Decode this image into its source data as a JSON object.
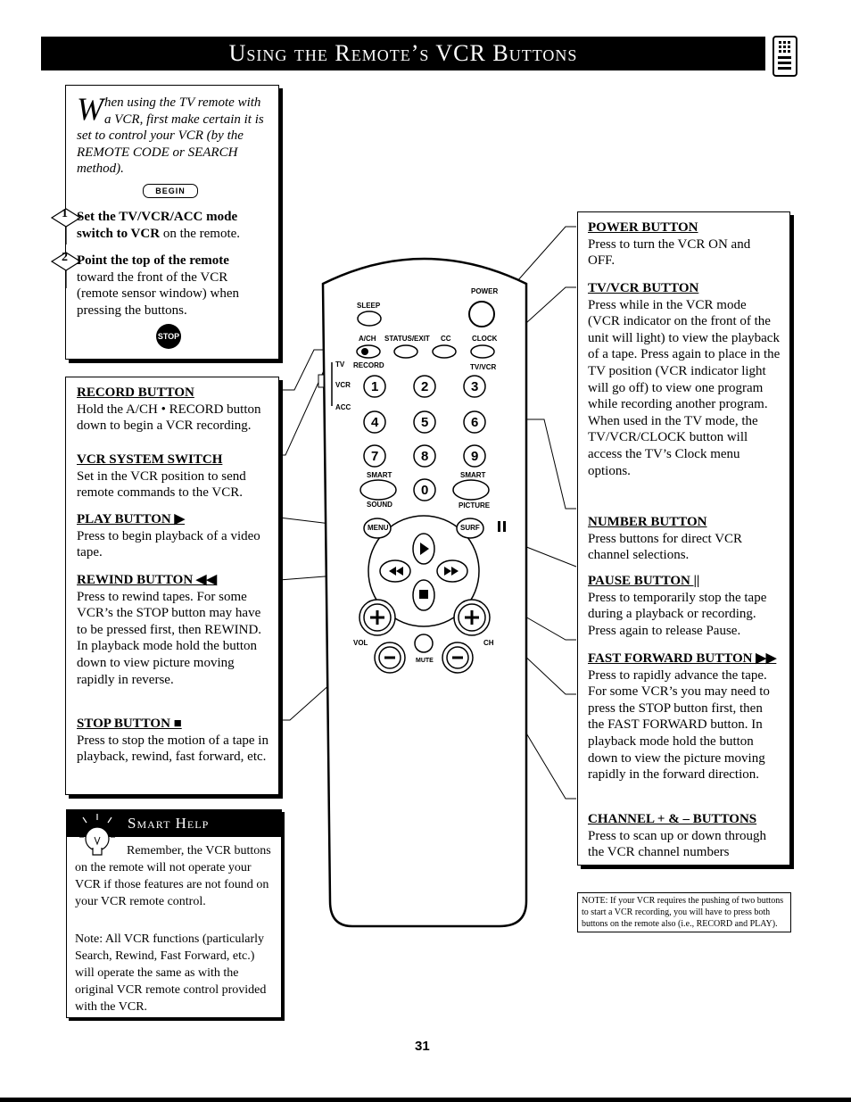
{
  "title": "Using the Remote’s VCR Buttons",
  "intro": {
    "drop_cap": "W",
    "text": "hen using the TV remote with a VCR, first make certain it is set to control your VCR (by the REMOTE CODE or SEARCH method).",
    "begin_badge": "BEGIN",
    "step1_num": "1",
    "step1_bold": "Set the TV/VCR/ACC mode switch to VCR",
    "step1_rest": " on the remote.",
    "step2_num": "2",
    "step2_bold": "Point the top of the remote",
    "step2_rest": " toward the front of the VCR (remote sensor window) when pressing the buttons.",
    "stop_badge": "STOP"
  },
  "left_sections": [
    {
      "title": "RECORD BUTTON",
      "text": "Hold the A/CH • RECORD button down to begin a VCR recording."
    },
    {
      "title": "VCR SYSTEM SWITCH",
      "text": "Set in the VCR position to send remote commands to the VCR."
    },
    {
      "title": "PLAY BUTTON ▶",
      "text": "Press to begin playback of a video tape."
    },
    {
      "title": "REWIND BUTTON ◀◀",
      "text": "Press to rewind tapes. For some VCR’s the STOP button may have to be pressed first, then REWIND. In playback mode hold the button down to view picture moving rapidly in reverse."
    },
    {
      "title": "STOP BUTTON ■",
      "text": "Press to stop the motion of a tape in playback, rewind, fast forward, etc."
    }
  ],
  "smart_help": {
    "header": "Smart Help",
    "para1": "Remember, the VCR buttons on the remote will not operate your VCR if those features are not found on your VCR remote control.",
    "para2": "Note: All VCR functions (particularly Search, Rewind, Fast Forward, etc.) will operate the same as with the original VCR remote control provided with the VCR."
  },
  "right_sections": [
    {
      "title": "POWER BUTTON",
      "text": "Press to turn the VCR ON and OFF."
    },
    {
      "title": "TV/VCR BUTTON",
      "text": "Press while in the VCR mode (VCR indicator on the front of the unit will light) to view the playback of a tape. Press again to place in the TV position (VCR indicator light will go off) to view one program while recording another program. When used in the TV mode, the TV/VCR/CLOCK button will access the TV’s Clock menu options."
    },
    {
      "title": "NUMBER BUTTON",
      "text": "Press buttons for direct VCR channel selections."
    },
    {
      "title": "PAUSE BUTTON ||",
      "text": "Press to temporarily stop the tape during a playback or recording. Press again to release Pause."
    },
    {
      "title": "FAST FORWARD BUTTON ▶▶",
      "text": "Press to rapidly advance the tape. For some VCR’s you may need to press the STOP button first, then the FAST FORWARD button. In playback mode hold the button down to view the picture moving rapidly in the forward direction."
    },
    {
      "title": "CHANNEL + & – BUTTONS",
      "text": "Press to scan up or down through the VCR channel numbers"
    }
  ],
  "note": "NOTE: If your VCR requires the pushing of two buttons to start a VCR recording, you will have to press both buttons on the remote also (i.e., RECORD and PLAY).",
  "remote": {
    "sleep": "SLEEP",
    "power": "POWER",
    "ach": "A/CH",
    "status": "STATUS/EXIT",
    "cc": "CC",
    "clock": "CLOCK",
    "tv": "TV",
    "record": "RECORD",
    "vcr": "VCR",
    "acc": "ACC",
    "tvvcr": "TV/VCR",
    "digits": [
      "1",
      "2",
      "3",
      "4",
      "5",
      "6",
      "7",
      "8",
      "9",
      "0"
    ],
    "smart_left": "SMART",
    "smart_right": "SMART",
    "sound": "SOUND",
    "picture": "PICTURE",
    "menu": "MENU",
    "surf": "SURF",
    "vol": "VOL",
    "ch": "CH",
    "mute": "MUTE"
  },
  "page_number": "31"
}
